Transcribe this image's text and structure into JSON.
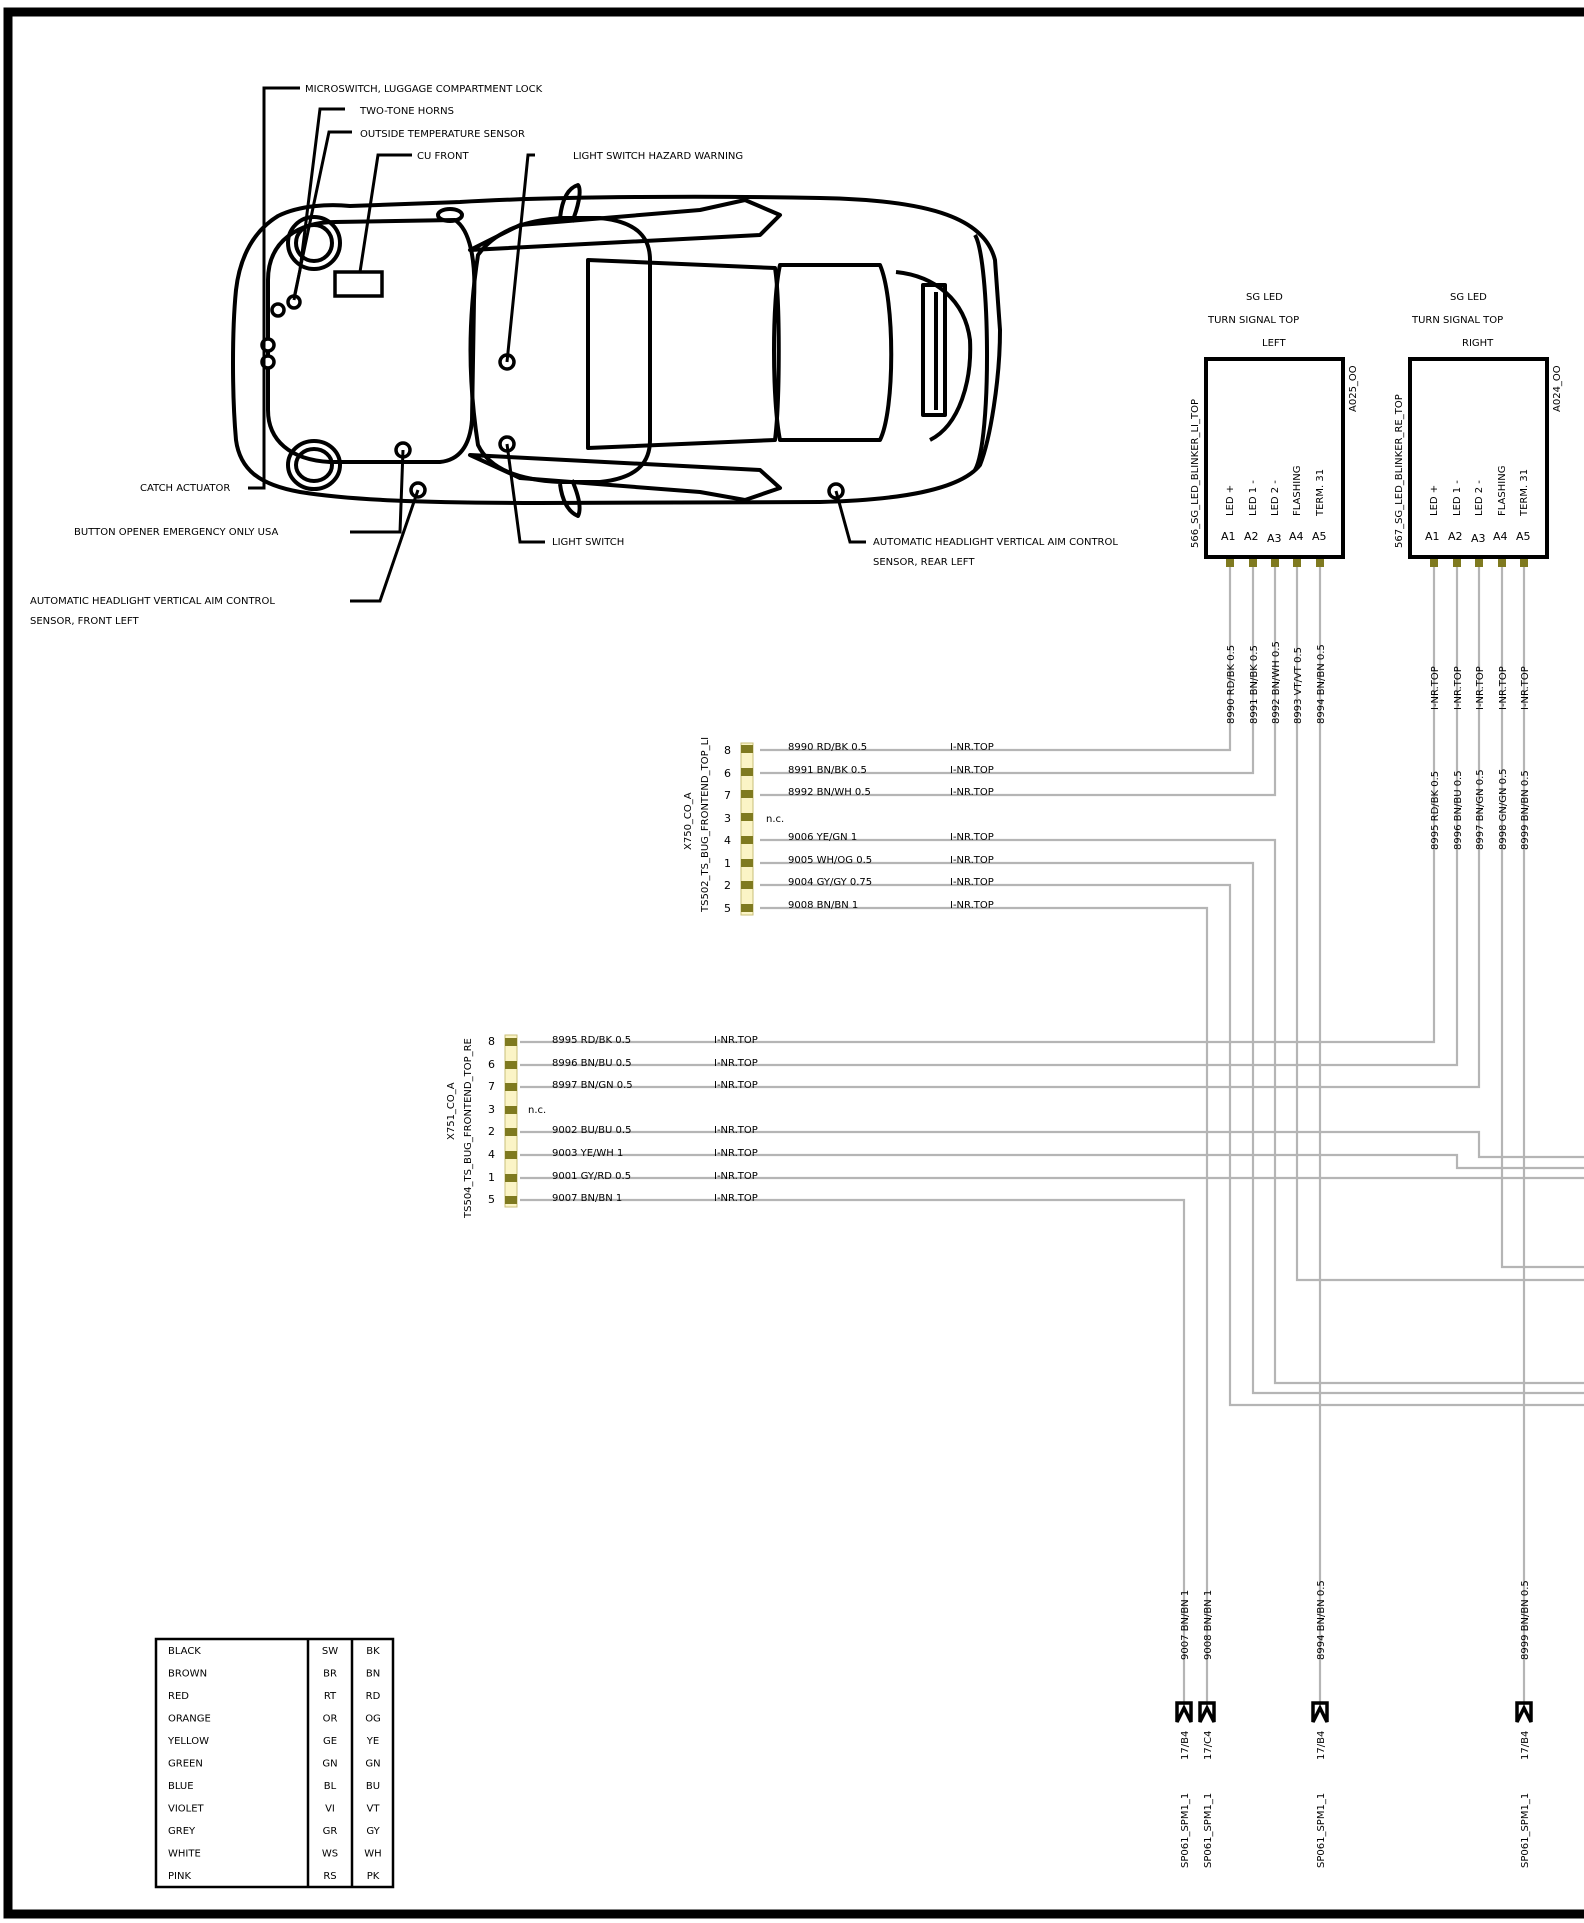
{
  "car_callouts": {
    "microswitch": "MICROSWITCH, LUGGAGE COMPARTMENT LOCK",
    "horns": "TWO-TONE HORNS",
    "temp_sensor": "OUTSIDE TEMPERATURE SENSOR",
    "cu_front": "CU FRONT",
    "light_switch_hazard": "LIGHT SWITCH  HAZARD WARNING",
    "catch_actuator": "CATCH ACTUATOR",
    "button_opener": "BUTTON   OPENER  EMERGENCY    ONLY USA",
    "aim_front_line1": "AUTOMATIC    HEADLIGHT     VERTICAL  AIM CONTROL",
    "aim_front_line2": "SENSOR,   FRONT LEFT",
    "light_switch": "LIGHT SWITCH",
    "aim_rear_line1": "AUTOMATIC  HEADLIGHT  VERTICAL  AIM CONTROL",
    "aim_rear_line2": "SENSOR,  REAR LEFT"
  },
  "modules": {
    "left": {
      "title1": "SG    LED",
      "title2": "TURN SIGNAL     TOP",
      "title3": "LEFT",
      "side_id": "566_SG_LED_BLINKER_LI_TOP",
      "code": "A025_OO",
      "pin_labels": [
        "LED   +",
        "LED   1   -",
        "LED   2   -",
        "FLASHING",
        "TERM. 31"
      ],
      "pins": [
        "A1",
        "A2",
        "A3",
        "A4",
        "A5"
      ],
      "wires": [
        "8990 RD/BK 0.5",
        "8991 BN/BK 0.5",
        "8992 BN/WH 0.5",
        "8993 VT/VT 0.5",
        "8994 BN/BN 0.5"
      ]
    },
    "right": {
      "title1": "SG    LED",
      "title2": "TURN SIGNAL     TOP",
      "title3": "RIGHT",
      "side_id": "567_SG_LED_BLINKER_RE_TOP",
      "code": "A024_OO",
      "pin_labels": [
        "LED   +",
        "LED   1   -",
        "LED   2   -",
        "FLASHING",
        "TERM. 31"
      ],
      "pins": [
        "A1",
        "A2",
        "A3",
        "A4",
        "A5"
      ],
      "wire_tag": "I-NR.TOP",
      "wires": [
        "8995 RD/BK 0.5",
        "8996 BN/BU 0.5",
        "8997 BN/GN 0.5",
        "8998 GN/GN 0.5",
        "8999 BN/BN 0.5"
      ]
    }
  },
  "connectors": {
    "x750": {
      "name": "X750_CO_A",
      "sub": "TS502_TS_BUG_FRONTEND_TOP_LI",
      "rows": [
        {
          "pin": "8",
          "wire": "8990 RD/BK 0.5",
          "tag": "I-NR.TOP"
        },
        {
          "pin": "6",
          "wire": "8991 BN/BK 0.5",
          "tag": "I-NR.TOP"
        },
        {
          "pin": "7",
          "wire": "8992 BN/WH 0.5",
          "tag": "I-NR.TOP"
        },
        {
          "pin": "3",
          "wire": "n.c.",
          "tag": ""
        },
        {
          "pin": "4",
          "wire": "9006 YE/GN 1",
          "tag": "I-NR.TOP"
        },
        {
          "pin": "1",
          "wire": "9005 WH/OG 0.5",
          "tag": "I-NR.TOP"
        },
        {
          "pin": "2",
          "wire": "9004 GY/GY 0.75",
          "tag": "I-NR.TOP"
        },
        {
          "pin": "5",
          "wire": "9008 BN/BN 1",
          "tag": "I-NR.TOP"
        }
      ]
    },
    "x751": {
      "name": "X751_CO_A",
      "sub": "TS504_TS_BUG_FRONTEND_TOP_RE",
      "rows": [
        {
          "pin": "8",
          "wire": "8995 RD/BK 0.5",
          "tag": "I-NR.TOP"
        },
        {
          "pin": "6",
          "wire": "8996 BN/BU 0.5",
          "tag": "I-NR.TOP"
        },
        {
          "pin": "7",
          "wire": "8997 BN/GN 0.5",
          "tag": "I-NR.TOP"
        },
        {
          "pin": "3",
          "wire": "n.c.",
          "tag": ""
        },
        {
          "pin": "2",
          "wire": "9002 BU/BU 0.5",
          "tag": "I-NR.TOP"
        },
        {
          "pin": "4",
          "wire": "9003 YE/WH 1",
          "tag": "I-NR.TOP"
        },
        {
          "pin": "1",
          "wire": "9001 GY/RD 0.5",
          "tag": "I-NR.TOP"
        },
        {
          "pin": "5",
          "wire": "9007 BN/BN 1",
          "tag": "I-NR.TOP"
        }
      ]
    }
  },
  "splices": [
    {
      "wire": "9007 BN/BN 1",
      "ref": "17/B4",
      "name": "SP061_SPM1_1"
    },
    {
      "wire": "9008 BN/BN 1",
      "ref": "17/C4",
      "name": "SP061_SPM1_1"
    },
    {
      "wire": "8994 BN/BN 0.5",
      "ref": "17/B4",
      "name": "SP061_SPM1_1"
    },
    {
      "wire": "8999 BN/BN 0.5",
      "ref": "17/B4",
      "name": "SP061_SPM1_1"
    }
  ],
  "legend": [
    {
      "name": "BLACK",
      "de": "SW",
      "en": "BK"
    },
    {
      "name": "BROWN",
      "de": "BR",
      "en": "BN"
    },
    {
      "name": "RED",
      "de": "RT",
      "en": "RD"
    },
    {
      "name": "ORANGE",
      "de": "OR",
      "en": "OG"
    },
    {
      "name": "YELLOW",
      "de": "GE",
      "en": "YE"
    },
    {
      "name": "GREEN",
      "de": "GN",
      "en": "GN"
    },
    {
      "name": "BLUE",
      "de": "BL",
      "en": "BU"
    },
    {
      "name": "VIOLET",
      "de": "VI",
      "en": "VT"
    },
    {
      "name": "GREY",
      "de": "GR",
      "en": "GY"
    },
    {
      "name": "WHITE",
      "de": "WS",
      "en": "WH"
    },
    {
      "name": "PINK",
      "de": "RS",
      "en": "PK"
    }
  ],
  "colors": {
    "wire": "#b5b5b5",
    "pin": "#7f7a20",
    "line": "#000000"
  }
}
